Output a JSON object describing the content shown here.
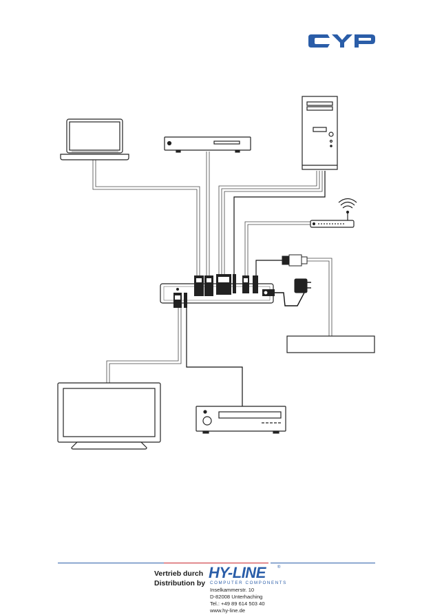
{
  "brand": {
    "logo_text": "CYP",
    "logo_color": "#2a5da8"
  },
  "footer": {
    "distribution_line1": "Vertrieb durch",
    "distribution_line2": "Distribution by",
    "company": "HY-LINE",
    "company_registered": "®",
    "company_subtitle": "COMPUTER COMPONENTS",
    "address_street": "Inselkammerstr. 10",
    "address_city": "D-82008 Unterhaching",
    "phone": "Tel.: +49 89 614 503 40",
    "website": "www.hy-line.de",
    "divider_colors": [
      "#2a5da8",
      "#c8232c",
      "#2a5da8"
    ]
  }
}
